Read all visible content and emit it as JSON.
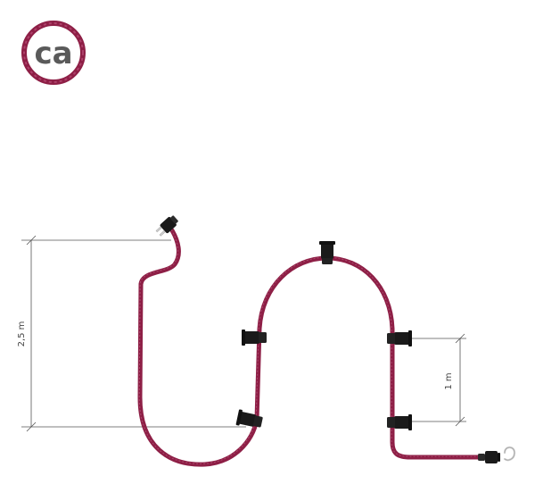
{
  "logo": {
    "text": "ca",
    "ring_color": "#8e1f46",
    "text_color": "#5a5a5a"
  },
  "dimensions": {
    "total_length": "2,5 m",
    "socket_spacing": "1 m"
  },
  "colors": {
    "cable": "#8e1f46",
    "cable_highlight": "#b04a70",
    "socket": "#1a1a1a",
    "dimension_line": "#555555"
  },
  "components": {
    "socket_count": 5,
    "plugs": [
      "plug-top",
      "plug-bottom"
    ],
    "end_hook": "hook-icon"
  }
}
